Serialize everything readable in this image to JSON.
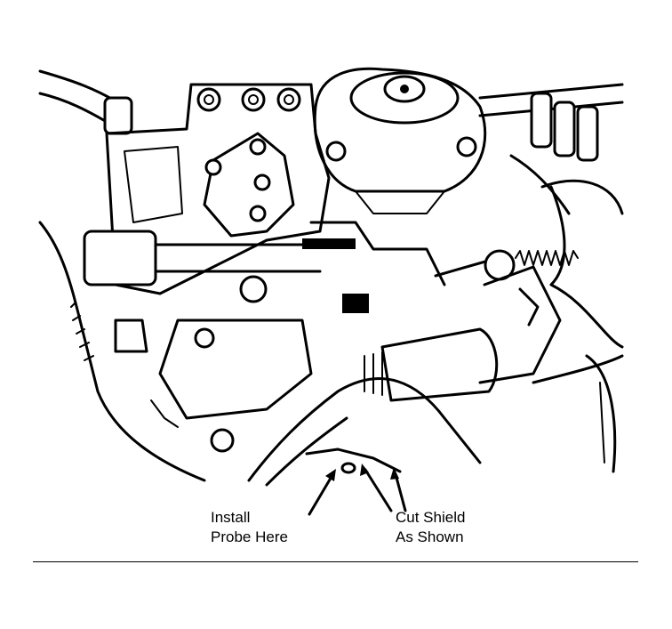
{
  "annotations": {
    "install_probe": [
      "Install",
      "Probe Here"
    ],
    "cut_shield": [
      "Cut Shield",
      "As Shown"
    ]
  },
  "colors": {
    "ink": "#000000",
    "paper": "#ffffff"
  }
}
